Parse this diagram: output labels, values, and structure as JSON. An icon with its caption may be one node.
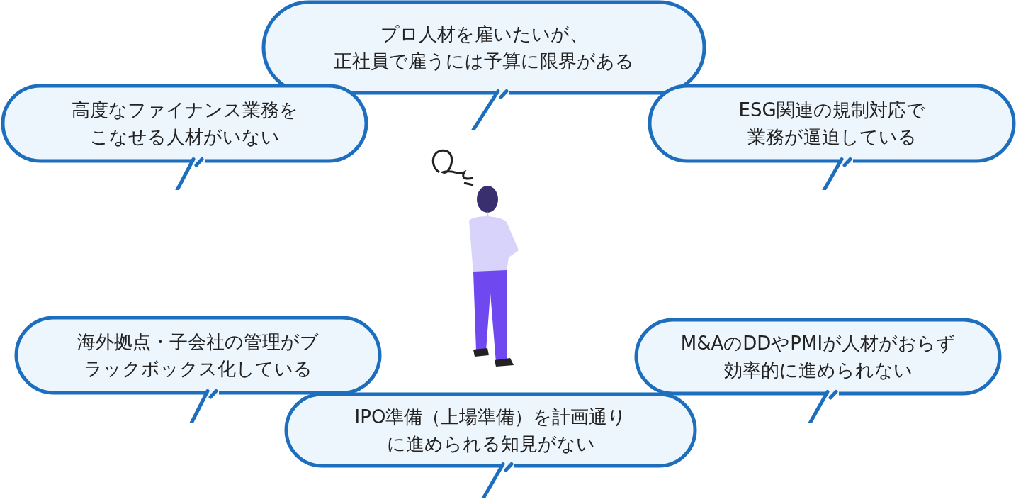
{
  "diagram": {
    "nodes": [
      {
        "text": [
          "プロ人材を雇いたいが、正社員で雇うには予算に限界がある"
        ]
      },
      {
        "text": [
          "高度なファイナンス業務をこなせる人材がいない"
        ]
      },
      {
        "text": [
          "ESG関連の規制対応で業務が逼迫している"
        ]
      },
      {
        "text": [
          "海外拠点・子会社の管理がブラックボックス化している"
        ]
      },
      {
        "text": [
          "M&AのDDやPMIが人材がおらず効率的に進められない"
        ]
      },
      {
        "text": [
          "IPO準備（上場準備）を計画通りに進められる知見がない"
        ]
      }
    ]
  }
}
